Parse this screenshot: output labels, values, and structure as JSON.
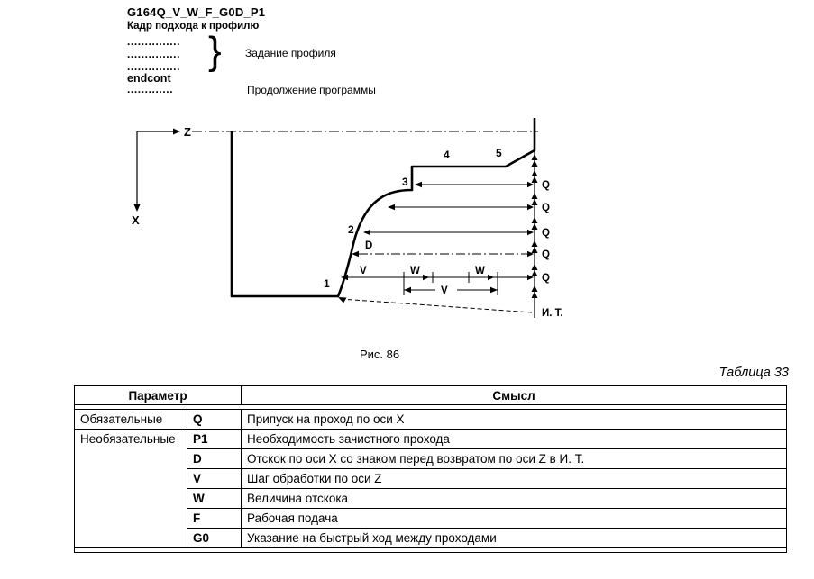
{
  "page": {
    "fig_caption": "Рис. 86",
    "table_caption": "Таблица 33"
  },
  "code_block": {
    "title": "G164Q_V_W_F_G0D_P1",
    "subtitle": "Кадр подхода к профилю",
    "dots1": "...............",
    "dots2": "...............",
    "dots3": "...............",
    "brace": "}",
    "profile_label": "Задание профиля",
    "endcont": "endcont",
    "dots4": ".............",
    "continuation_label": "Продолжение программы"
  },
  "diagram": {
    "axis_z": "Z",
    "axis_x": "X",
    "point1": "1",
    "point2": "2",
    "point3": "3",
    "point4": "4",
    "point5": "5",
    "label_d": "D",
    "label_v": "V",
    "label_w": "W",
    "label_q": "Q",
    "label_it": "И. Т."
  },
  "table": {
    "headers": [
      "Параметр",
      "Смысл"
    ],
    "groups": [
      {
        "group": "Обязательные",
        "rows": [
          {
            "param": "Q",
            "meaning": "Припуск на проход по оси X"
          }
        ]
      },
      {
        "group": "Необязательные",
        "rows": [
          {
            "param": "P1",
            "meaning": "Необходимость зачистного прохода"
          },
          {
            "param": "D",
            "meaning": "Отскок по оси X со знаком перед возвратом по оси Z в И. Т."
          },
          {
            "param": "V",
            "meaning": "Шаг обработки по оси Z"
          },
          {
            "param": "W",
            "meaning": "Величина отскока"
          },
          {
            "param": "F",
            "meaning": "Рабочая подача"
          },
          {
            "param": "G0",
            "meaning": "Указание на быстрый ход между проходами"
          }
        ]
      }
    ]
  }
}
